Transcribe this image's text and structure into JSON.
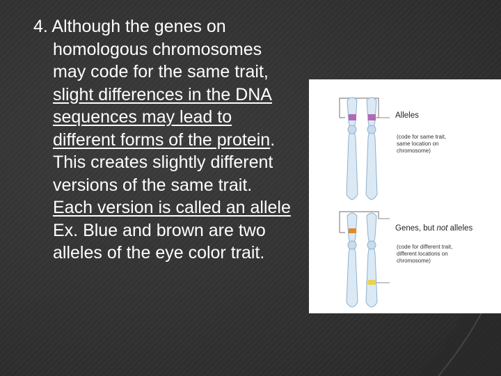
{
  "slide": {
    "lines": [
      {
        "text": "4. Although the genes on",
        "underline": false
      },
      {
        "text": "homologous chromosomes",
        "underline": false
      },
      {
        "text": "may code for the same trait,",
        "underline": false
      },
      {
        "text": "slight differences in the DNA",
        "underline": true
      },
      {
        "text": "sequences may lead to",
        "underline": true
      },
      {
        "text": "different forms of the protein",
        "underline": true,
        "suffix": "."
      },
      {
        "text": "This creates slightly different",
        "underline": false
      },
      {
        "text": "versions of the same trait.",
        "underline": false
      },
      {
        "text": "Each version is called an allele",
        "underline": true
      },
      {
        "text": "Ex.  Blue and brown are two",
        "underline": false
      },
      {
        "text": "alleles of the eye color trait.",
        "underline": false
      }
    ]
  },
  "figure": {
    "top_title": "Alleles",
    "top_note": [
      "(code for same trait,",
      "same location on",
      "chromosome)"
    ],
    "bottom_title_prefix": "Genes, but ",
    "bottom_title_em": "not",
    "bottom_title_suffix": " alleles",
    "bottom_note": [
      "(code for different trait,",
      "different locations on",
      "chromosome)"
    ],
    "colors": {
      "chromosome_fill": "#dbe9f5",
      "chromosome_stroke": "#8fb0cc",
      "allele_band": "#b06ab3",
      "gene_band_1": "#e08a2a",
      "gene_band_2": "#e8d24a",
      "bracket": "#888888"
    }
  }
}
